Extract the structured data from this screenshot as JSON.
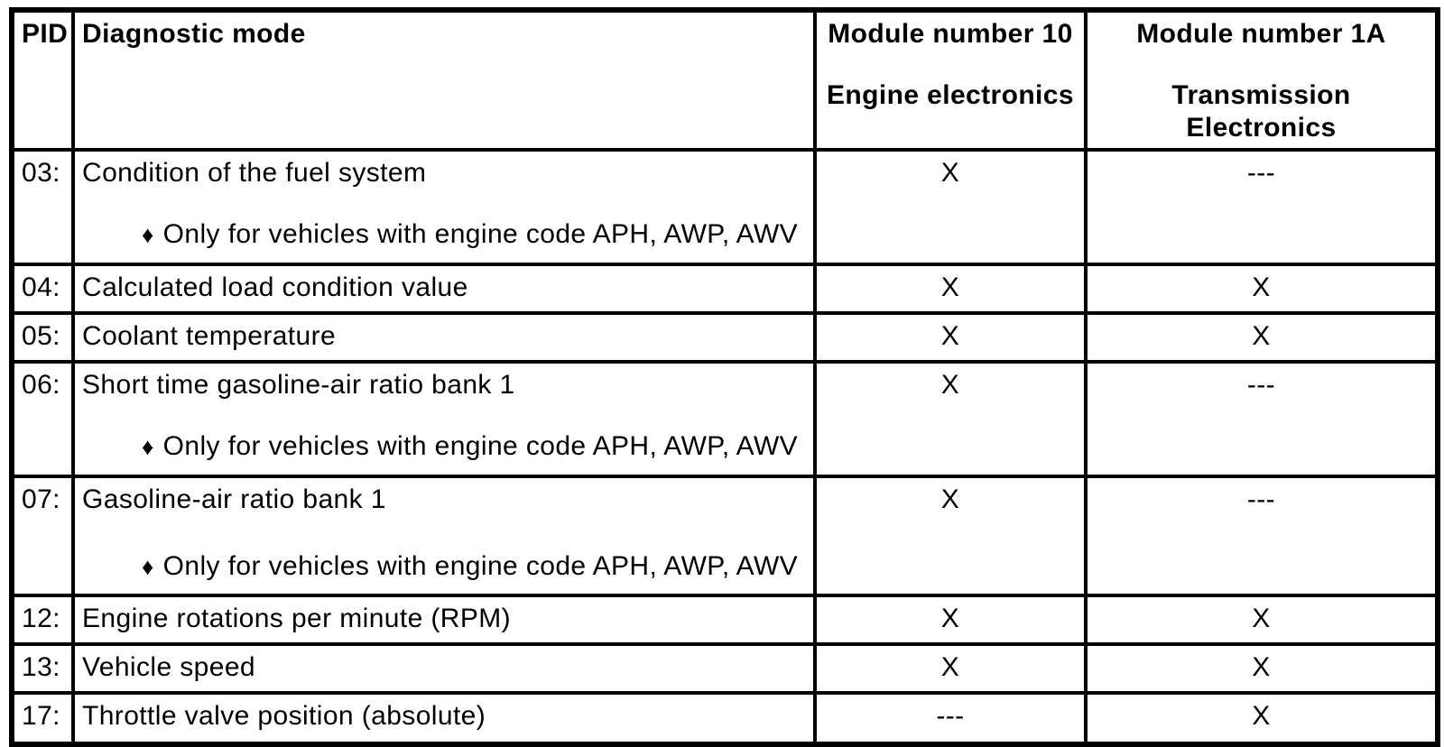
{
  "colors": {
    "text": "#000000",
    "background": "#ffffff",
    "border": "#000000"
  },
  "table": {
    "note_bullet": "♦",
    "columns": [
      {
        "label": "PID"
      },
      {
        "label": "Diagnostic mode"
      },
      {
        "line1": "Module number 10",
        "line2": "Engine electronics"
      },
      {
        "line1": "Module number 1A",
        "line2": "Transmission Electronics"
      }
    ],
    "rows": [
      {
        "pid": "03:",
        "mode": "Condition of the fuel system",
        "note": "Only for vehicles with engine code APH, AWP, AWV",
        "m10": "X",
        "m1a": "---"
      },
      {
        "pid": "04:",
        "mode": "Calculated load condition value",
        "note": "",
        "m10": "X",
        "m1a": "X"
      },
      {
        "pid": "05:",
        "mode": "Coolant temperature",
        "note": "",
        "m10": "X",
        "m1a": "X"
      },
      {
        "pid": "06:",
        "mode": "Short time gasoline-air ratio bank 1",
        "note": "Only for vehicles with engine code APH, AWP, AWV",
        "m10": "X",
        "m1a": "---"
      },
      {
        "pid": "07:",
        "mode": "Gasoline-air ratio bank 1",
        "note": "Only for vehicles with engine code APH, AWP, AWV",
        "m10": "X",
        "m1a": "---"
      },
      {
        "pid": "12:",
        "mode": "Engine rotations per minute (RPM)",
        "note": "",
        "m10": "X",
        "m1a": "X"
      },
      {
        "pid": "13:",
        "mode": "Vehicle speed",
        "note": "",
        "m10": "X",
        "m1a": "X"
      },
      {
        "pid": "17:",
        "mode": "Throttle valve position (absolute)",
        "note": "",
        "m10": "---",
        "m1a": "X"
      }
    ]
  }
}
